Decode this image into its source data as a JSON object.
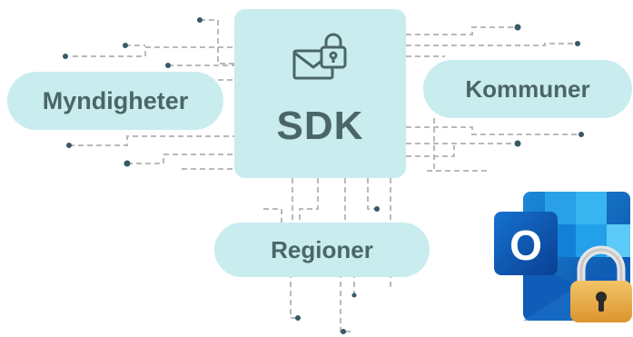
{
  "center": {
    "label": "SDK",
    "icon": "envelope-lock-icon"
  },
  "nodes": {
    "left": "Myndigheter",
    "right": "Kommuner",
    "bottom": "Regioner"
  },
  "app_icon": {
    "name": "outlook-lock-icon",
    "letter": "O"
  },
  "colors": {
    "node_fill": "#c9ecef",
    "text": "#4b6668",
    "lines": "#b9b9b9",
    "dots": "#365a66",
    "outlook_blue": "#0a64c8",
    "lock_gold": "#e8a93a"
  }
}
